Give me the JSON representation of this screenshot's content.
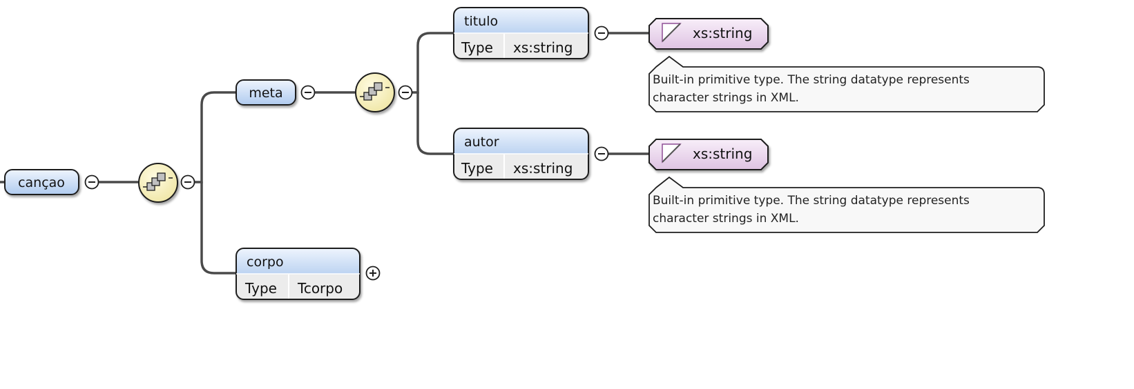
{
  "root": {
    "name": "cançao"
  },
  "meta": {
    "name": "meta"
  },
  "corpo": {
    "name": "corpo",
    "type_label": "Type",
    "type_value": "Tcorpo"
  },
  "titulo": {
    "name": "titulo",
    "type_label": "Type",
    "type_value": "xs:string",
    "simple_type": "xs:string",
    "doc_line1": "Built-in primitive type. The string datatype represents",
    "doc_line2": "character strings in XML."
  },
  "autor": {
    "name": "autor",
    "type_label": "Type",
    "type_value": "xs:string",
    "simple_type": "xs:string",
    "doc_line1": "Built-in primitive type. The string datatype represents",
    "doc_line2": "character strings in XML."
  },
  "colors": {
    "element_top": "#e6f0fc",
    "element_bottom": "#b3cdee",
    "type_row": "#ececec",
    "sequence_fill": "#f9f4c0",
    "simple_type_top": "#f5e8f6",
    "simple_type_bottom": "#e3c8e6",
    "doc_fill": "#f8f8f8",
    "connector": "#4a4a4a"
  },
  "icons": {
    "sequence": "sequence-compositor-icon",
    "collapse": "collapse-minus-icon",
    "expand": "expand-plus-icon",
    "simple_type": "simple-type-triangle-icon"
  }
}
